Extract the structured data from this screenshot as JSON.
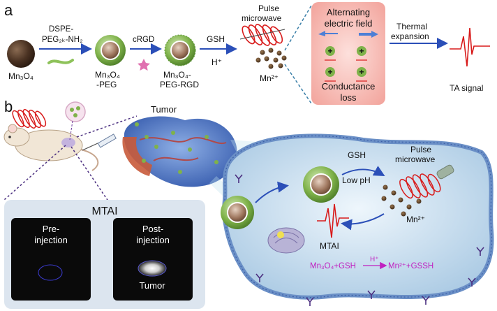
{
  "panel_a": {
    "label": "a",
    "mn3o4": "Mn₃O₄",
    "reagent1_line1": "DSPE-",
    "reagent1_line2": "PEG₂ₖ-NH₂",
    "peg_line1": "Mn₃O₄",
    "peg_line2": "-PEG",
    "reagent2": "cRGD",
    "rgd_line1": "Mn₃O₄-",
    "rgd_line2": "PEG-RGD",
    "gsh": "GSH",
    "h_plus": "H⁺",
    "pulse_line1": "Pulse",
    "pulse_line2": "microwave",
    "mn2": "Mn²⁺",
    "box_top_line1": "Alternating",
    "box_top_line2": "electric field",
    "box_bottom_line1": "Conductance",
    "box_bottom_line2": "loss",
    "plus": "+",
    "thermal_line1": "Thermal",
    "thermal_line2": "expansion",
    "ta_signal": "TA signal"
  },
  "panel_b": {
    "label": "b",
    "tumor": "Tumor",
    "mtai_title": "MTAI",
    "pre_line1": "Pre-",
    "pre_line2": "injection",
    "post_line1": "Post-",
    "post_line2": "injection",
    "post_tumor": "Tumor",
    "gsh": "GSH",
    "low_ph": "Low pH",
    "pulse_line1": "Pulse",
    "pulse_line2": "microwave",
    "mn2": "Mn²⁺",
    "mtai": "MTAI",
    "reaction_left": "Mn₃O₄+GSH",
    "reaction_h": "H⁺",
    "reaction_right": "Mn²⁺+GSSH"
  },
  "colors": {
    "arrow": "#2b4fb8",
    "reaction": "#c020c0",
    "signal": "#d81b1b",
    "box_fill": "#f6b7b1",
    "field_arrow": "#4d7fd6",
    "charge": "#7fb24a",
    "cell": "#c7def0",
    "panel_bg": "#dce5ef"
  }
}
